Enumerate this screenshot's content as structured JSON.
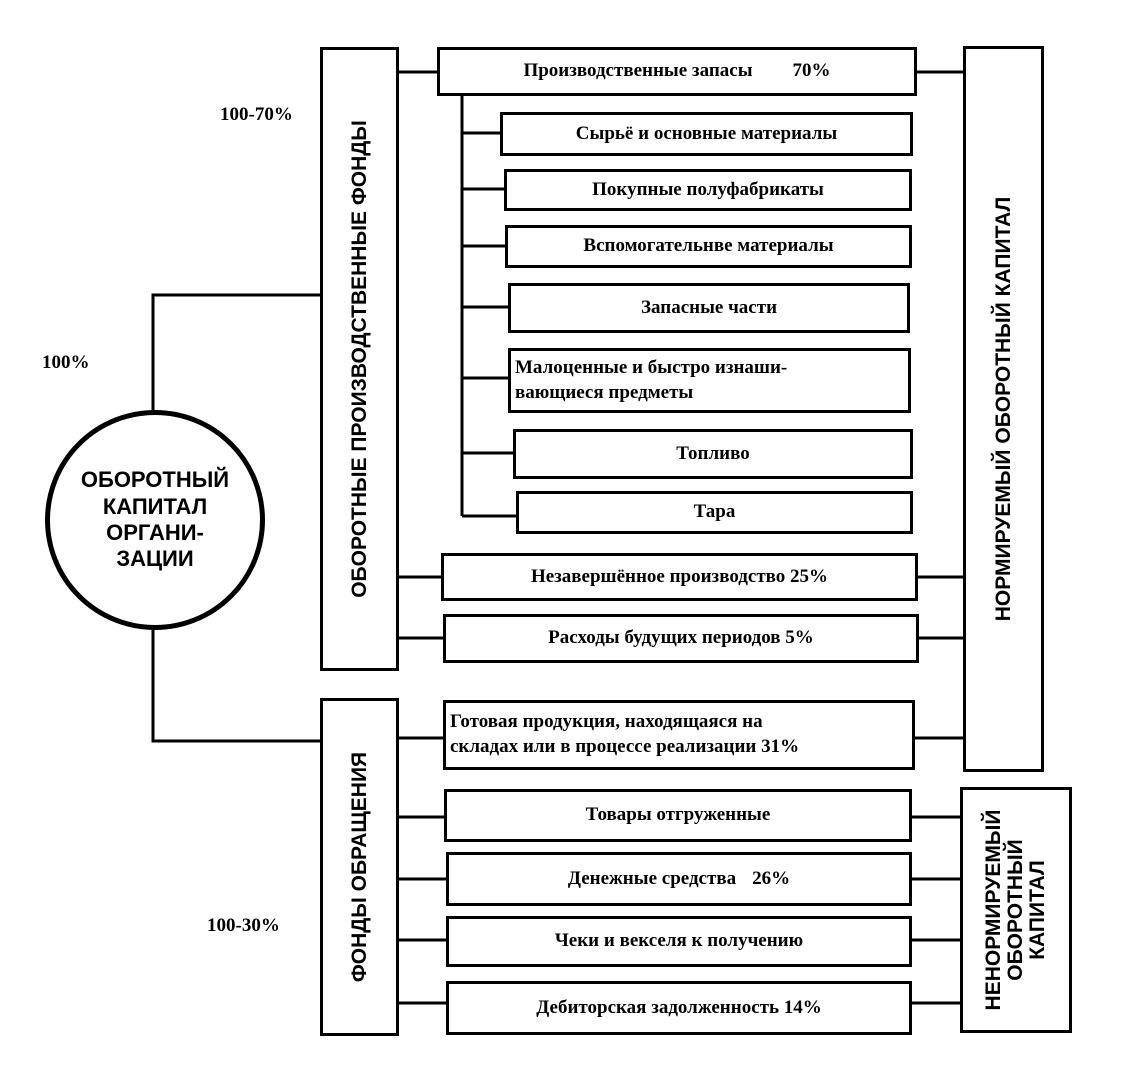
{
  "circle": {
    "lines": [
      "ОБОРОТНЫЙ",
      "КАПИТАЛ",
      "ОРГАНИ-",
      "ЗАЦИИ"
    ]
  },
  "percents": {
    "total": "100%",
    "production_funds": "100-70%",
    "circulation_funds": "100-30%"
  },
  "columns": {
    "production_funds": "ОБОРОТНЫЕ ПРОИЗВОДСТВЕННЫЕ ФОНДЫ",
    "circulation_funds": "ФОНДЫ ОБРАЩЕНИЯ",
    "normalized": "НОРМИРУЕМЫЙ ОБОРОТНЫЙ КАПИТАЛ",
    "non_normalized": [
      "НЕНОРМИРУЕМЫЙ",
      "ОБОРОТНЫЙ",
      "КАПИТАЛ"
    ]
  },
  "items": {
    "inventory": {
      "label": "Производственные запасы",
      "pct": "70%"
    },
    "raw_materials": "Сырьё и основные материалы",
    "semi_finished": "Покупные полуфабрикаты",
    "auxiliary": "Вспомогательнве материалы",
    "spare_parts": "Запасные части",
    "low_value": [
      "Малоценные и быстро изнаши-",
      "вающиеся предметы"
    ],
    "fuel": "Топливо",
    "packaging": "Тара",
    "wip": "Незавершённое производство 25%",
    "deferred": "Расходы будущих периодов 5%",
    "finished_goods": [
      "Готовая продукция, находящаяся на",
      "складах или в процессе реализации 31%"
    ],
    "shipped": "Товары отгруженные",
    "cash": {
      "label": "Денежные средства",
      "pct": "26%"
    },
    "checks": "Чеки и векселя к получению",
    "receivables": "Дебиторская задолженность  14%"
  }
}
